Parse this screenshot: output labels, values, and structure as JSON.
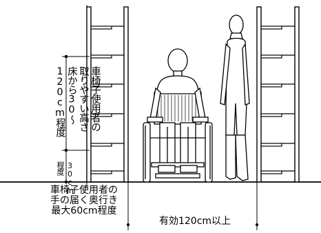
{
  "labels": {
    "reach_height": "車椅子使用者の\n取りやすい高さ\n床から30～\n120cm程度",
    "min_height": "30cm\n程度",
    "reach_depth": "車椅子使用者の\n手の届く奥行き\n最大60cm程度",
    "clear_width": "有効120cm以上"
  },
  "icons": {
    "left_shelf": "shelf-unit",
    "right_shelf": "shelf-unit",
    "wheelchair_user": "wheelchair-user-figure",
    "standing_person": "standing-person-figure"
  },
  "colors": {
    "line": "#000000",
    "background": "#ffffff",
    "dimension": "#000000"
  }
}
